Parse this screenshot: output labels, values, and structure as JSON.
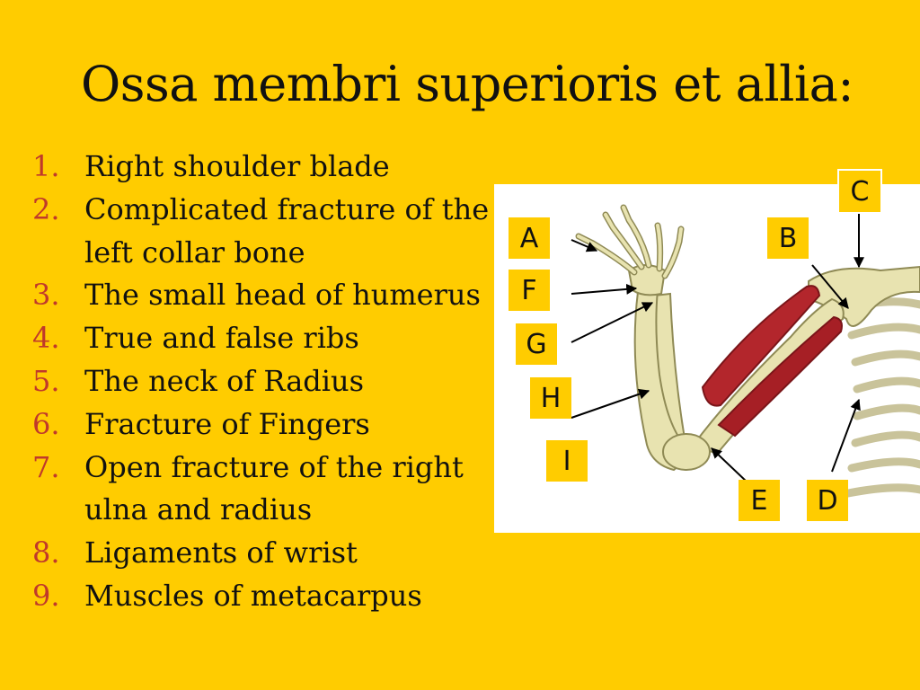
{
  "slide": {
    "title": "Ossa membri superioris et allia:",
    "items": [
      {
        "num": "1.",
        "text": "Right shoulder blade"
      },
      {
        "num": "2.",
        "text": "Complicated fracture of the left collar bone"
      },
      {
        "num": "3.",
        "text": "The small head of humerus"
      },
      {
        "num": "4.",
        "text": "True and false ribs"
      },
      {
        "num": "5.",
        "text": "The neck of Radius"
      },
      {
        "num": "6.",
        "text": "Fracture of Fingers"
      },
      {
        "num": "7.",
        "text": "Open fracture of the right ulna and radius"
      },
      {
        "num": "8.",
        "text": "Ligaments of wrist"
      },
      {
        "num": "9.",
        "text": "Muscles of metacarpus"
      }
    ]
  },
  "figure": {
    "labels": {
      "a": "A",
      "b": "B",
      "c": "C",
      "d": "D",
      "e": "E",
      "f": "F",
      "g": "G",
      "h": "H",
      "i": "I"
    }
  },
  "colors": {
    "background": "#ffcc00",
    "number": "#c0392b",
    "bone": "#e8e3b0",
    "bone_outline": "#8f8a55",
    "muscle": "#b3262c"
  }
}
